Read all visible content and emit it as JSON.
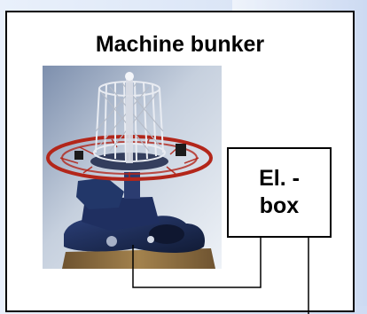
{
  "title": "Machine bunker",
  "el_box": {
    "label": "El. -\nbox"
  },
  "colors": {
    "frame_border": "#000000",
    "frame_fill": "#ffffff",
    "ring_red": "#b3261a",
    "machine_blue": "#1e2f5c",
    "wood_base": "#8a6a3c"
  },
  "icons": {
    "machine": "rotating-bunker-machine-photo",
    "connection": "cable-line"
  }
}
